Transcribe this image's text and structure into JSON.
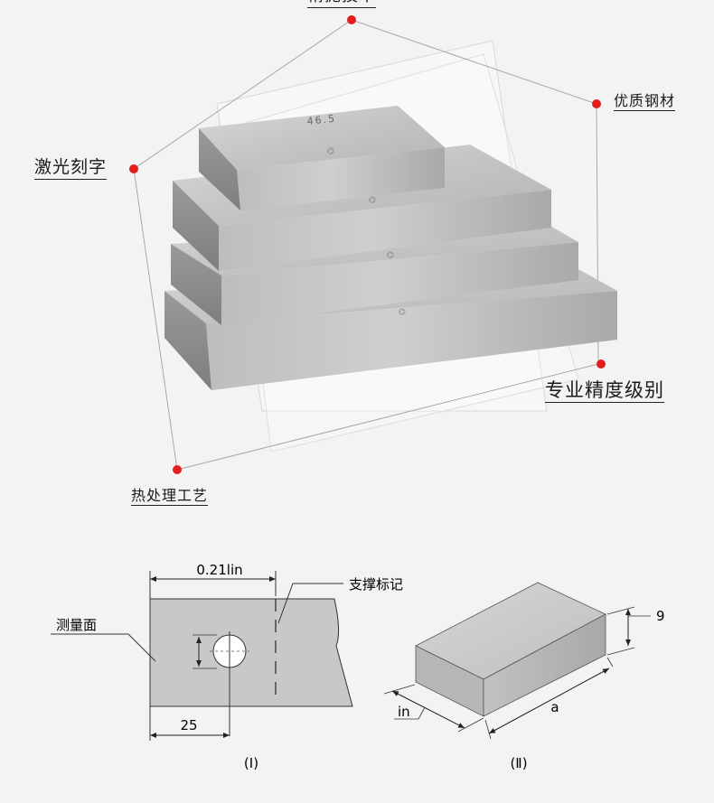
{
  "features": {
    "top_partial": "精抛技术",
    "top_right": "优质钢材",
    "left": "激光刻字",
    "bottom_right": "专业精度级别",
    "bottom_left": "热处理工艺"
  },
  "block_engraving": "46.5",
  "accent_color": "#e31e1e",
  "diagram1": {
    "dimension_top": "0.21lin",
    "support_mark_label": "支撑标记",
    "measuring_face_label": "测量面",
    "dimension_bottom": "25",
    "caption": "(Ⅰ)"
  },
  "diagram2": {
    "height_label": "9",
    "width_label": "in",
    "length_label": "a",
    "caption": "(Ⅱ)"
  }
}
